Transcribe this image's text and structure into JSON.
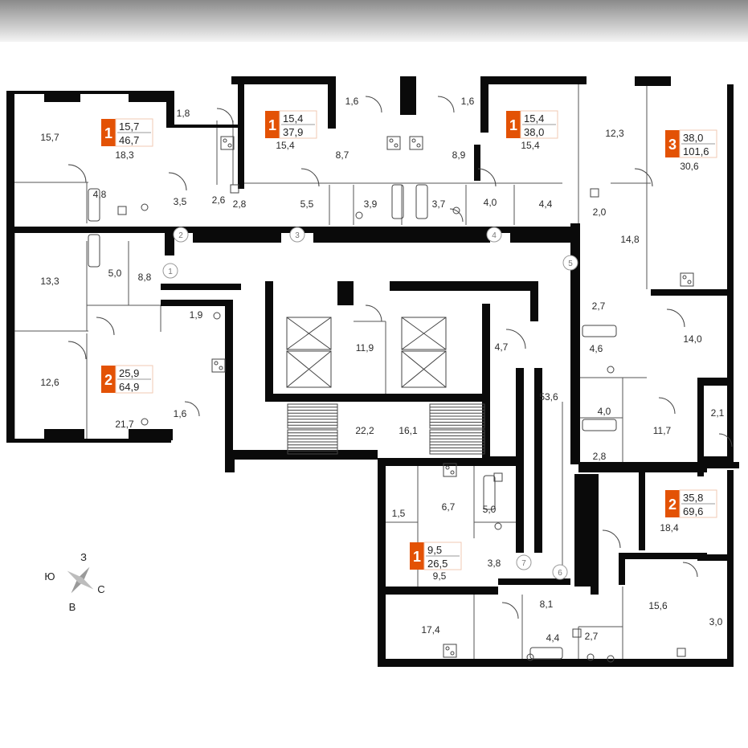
{
  "accent_color": "#e35205",
  "wall_color": "#0a0a0a",
  "apartments": [
    {
      "id": "a1",
      "rooms": "1",
      "living": "15,7",
      "total": "46,7"
    },
    {
      "id": "a2",
      "rooms": "1",
      "living": "15,4",
      "total": "37,9"
    },
    {
      "id": "a3",
      "rooms": "1",
      "living": "15,4",
      "total": "38,0"
    },
    {
      "id": "a4",
      "rooms": "3",
      "living": "38,0",
      "total": "101,6"
    },
    {
      "id": "a5",
      "rooms": "2",
      "living": "25,9",
      "total": "64,9"
    },
    {
      "id": "a6",
      "rooms": "2",
      "living": "35,8",
      "total": "69,6"
    },
    {
      "id": "a7",
      "rooms": "1",
      "living": "9,5",
      "total": "26,5"
    }
  ],
  "areas": [
    "15,7",
    "18,3",
    "1,8",
    "4,8",
    "3,5",
    "2,6",
    "15,4",
    "1,6",
    "8,7",
    "2,8",
    "5,5",
    "3,9",
    "1,6",
    "8,9",
    "3,7",
    "15,4",
    "4,0",
    "4,4",
    "12,3",
    "2,0",
    "30,6",
    "14,8",
    "13,3",
    "5,0",
    "8,8",
    "1,9",
    "12,6",
    "21,7",
    "1,6",
    "11,9",
    "4,7",
    "53,6",
    "22,2",
    "16,1",
    "2,7",
    "4,6",
    "14,0",
    "4,0",
    "11,7",
    "2,1",
    "2,8",
    "18,4",
    "1,5",
    "6,7",
    "5,0",
    "9,5",
    "3,8",
    "17,4",
    "8,1",
    "15,6",
    "4,4",
    "2,7",
    "3,0"
  ],
  "doors": [
    "1",
    "2",
    "3",
    "4",
    "5",
    "6",
    "7"
  ],
  "compass": {
    "north": "З",
    "south": "В",
    "west": "Ю",
    "east": "С"
  }
}
